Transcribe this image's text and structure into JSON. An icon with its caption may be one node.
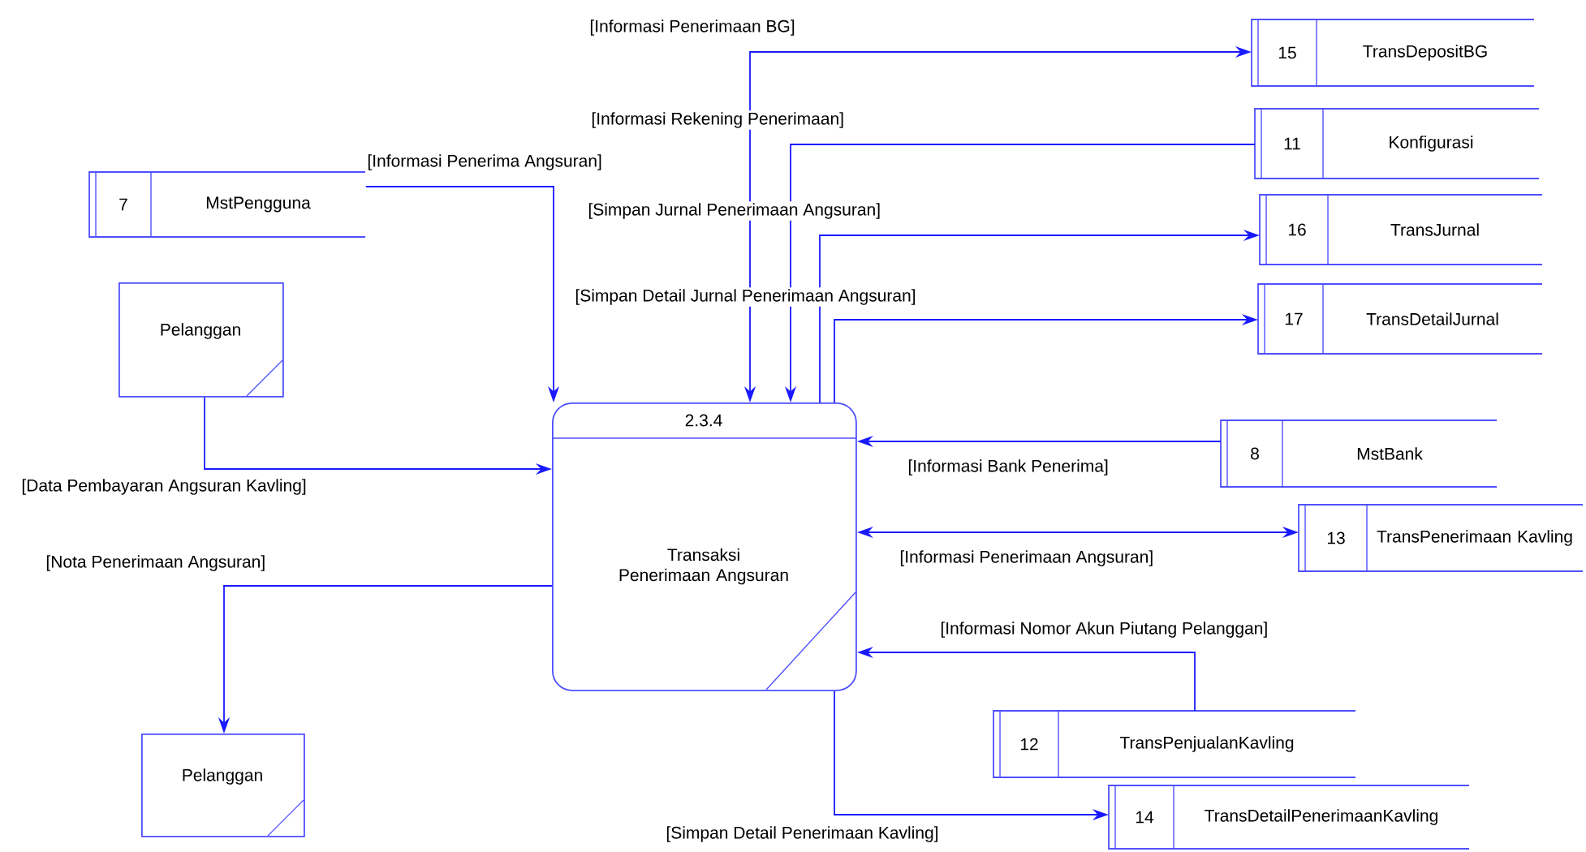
{
  "diagram": {
    "nodes": [
      {
        "text": [
          "2.3.4",
          "Transaksi Penerimaan Angsuran"
        ]
      },
      {
        "text": [
          "Pelanggan"
        ]
      },
      {
        "text": [
          "Pelanggan"
        ]
      },
      {
        "text": [
          "7",
          "MstPengguna"
        ]
      },
      {
        "text": [
          "15",
          "TransDepositBG"
        ]
      },
      {
        "text": [
          "11",
          "Konfigurasi"
        ]
      },
      {
        "text": [
          "16",
          "TransJurnal"
        ]
      },
      {
        "text": [
          "17",
          "TransDetailJurnal"
        ]
      },
      {
        "text": [
          "8",
          "MstBank"
        ]
      },
      {
        "text": [
          "13",
          "TransPenerimaan Kavling"
        ]
      },
      {
        "text": [
          "12",
          "TransPenjualanKavling"
        ]
      },
      {
        "text": [
          "14",
          "TransDetailPenerimaanKavling"
        ]
      }
    ],
    "edges": [
      {
        "from": 3,
        "to": 0,
        "arrow": "to",
        "label": "[Informasi Penerima Angsuran]"
      },
      {
        "from": 0,
        "to": 4,
        "arrow": "both",
        "label": "[Informasi Penerimaan BG]"
      },
      {
        "from": 5,
        "to": 0,
        "arrow": "to",
        "label": "[Informasi Rekening Penerimaan]"
      },
      {
        "from": 0,
        "to": 6,
        "arrow": "to",
        "label": "[Simpan Jurnal Penerimaan Angsuran]"
      },
      {
        "from": 0,
        "to": 7,
        "arrow": "to",
        "label": "[Simpan Detail Jurnal Penerimaan Angsuran]"
      },
      {
        "from": 1,
        "to": 0,
        "arrow": "to",
        "label": "[Data Pembayaran Angsuran Kavling]"
      },
      {
        "from": 0,
        "to": 2,
        "arrow": "to",
        "label": "[Nota Penerimaan Angsuran]"
      },
      {
        "from": 8,
        "to": 0,
        "arrow": "to",
        "label": "[Informasi Bank Penerima]"
      },
      {
        "from": 0,
        "to": 9,
        "arrow": "both",
        "label": "[Informasi Penerimaan Angsuran]"
      },
      {
        "from": 10,
        "to": 0,
        "arrow": "to",
        "label": "[Informasi Nomor Akun Piutang Pelanggan]"
      },
      {
        "from": 0,
        "to": 11,
        "arrow": "to",
        "label": "[Simpan Detail Penerimaan Kavling]"
      }
    ]
  }
}
